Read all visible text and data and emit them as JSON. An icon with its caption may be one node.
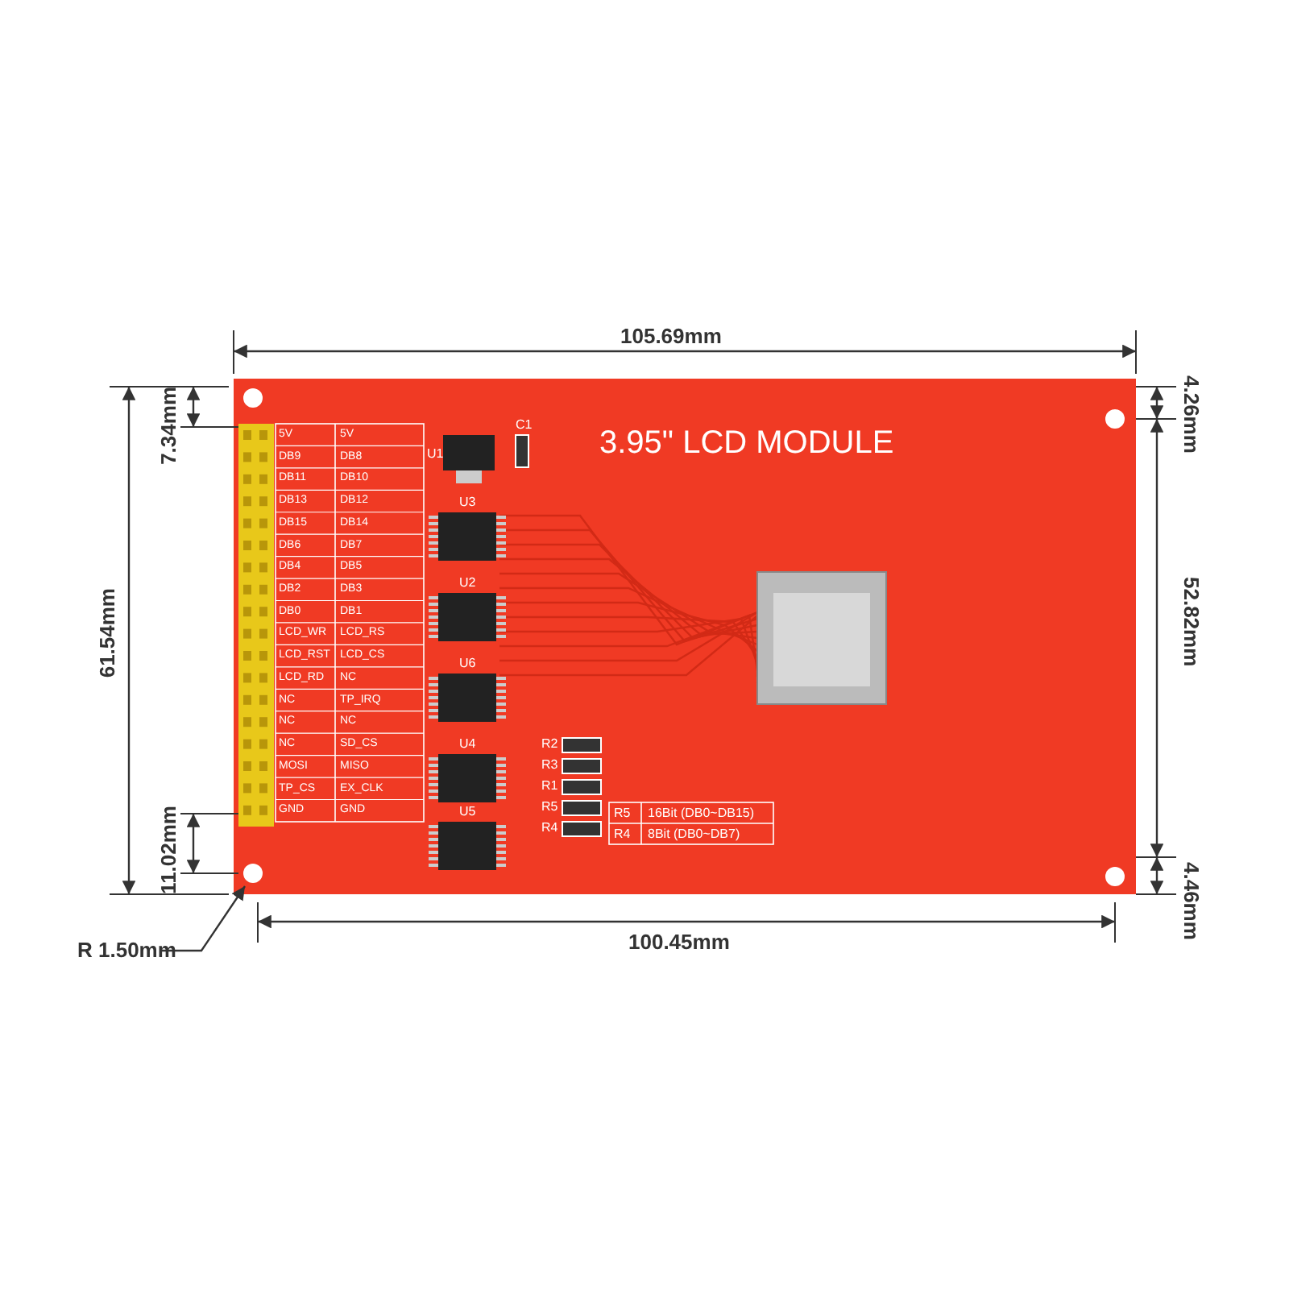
{
  "diagram": {
    "labels": [
      "105.69mm",
      "7.34mm",
      "61.54mm",
      "11.02mm",
      "R 1.50mm",
      "100.45mm",
      "4.26mm",
      "52.82mm",
      "4.46mm",
      "3.95\"  LCD MODULE",
      "U1",
      "C1",
      "U3",
      "U2",
      "U6",
      "U4",
      "U5",
      "R2",
      "R3",
      "R1",
      "R5",
      "R4",
      "R5",
      "16Bit (DB0~DB15)",
      "R4",
      "8Bit (DB0~DB7)",
      "5V",
      "5V",
      "DB9",
      "DB8",
      "DB11",
      "DB10",
      "DB13",
      "DB12",
      "DB15",
      "DB14",
      "DB6",
      "DB7",
      "DB4",
      "DB5",
      "DB2",
      "DB3",
      "DB0",
      "DB1",
      "LCD_WR",
      "LCD_RS",
      "LCD_RST",
      "LCD_CS",
      "LCD_RD",
      "NC",
      "NC",
      "TP_IRQ",
      "NC",
      "NC",
      "NC",
      "SD_CS",
      "MOSI",
      "MISO",
      "TP_CS",
      "EX_CLK",
      "GND",
      "GND"
    ]
  }
}
